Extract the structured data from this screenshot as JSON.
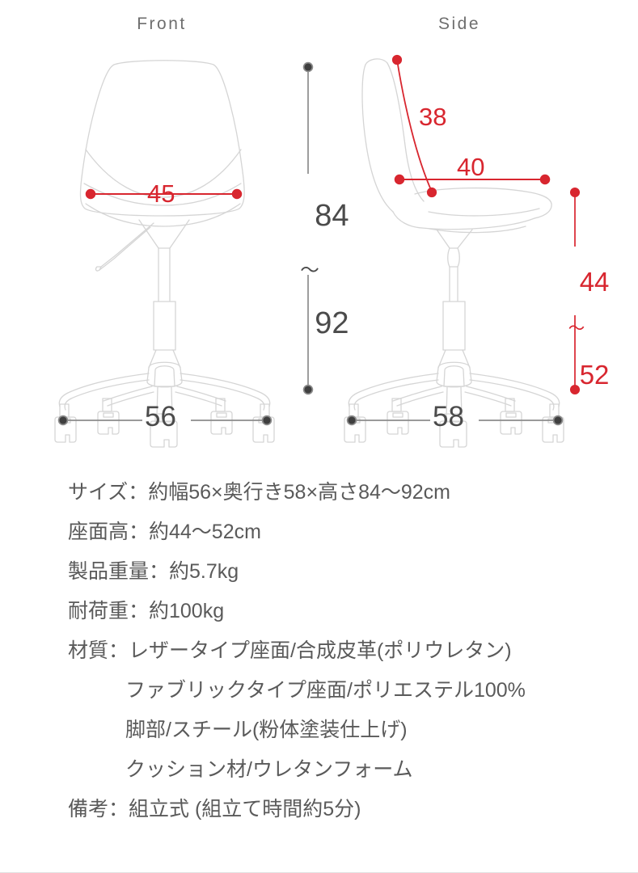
{
  "views": {
    "front_label": "Front",
    "side_label": "Side"
  },
  "colors": {
    "dimension_red": "#d8262f",
    "dimension_gray": "#4b4b4b",
    "outline_gray": "#d5d5d5",
    "text_gray": "#5a5a5a",
    "background": "#ffffff"
  },
  "dimensions": {
    "seat_width": "45",
    "backrest_height": "38",
    "seat_depth": "40",
    "total_width": "56",
    "total_depth": "58",
    "overall_height_min": "84",
    "overall_height_max": "92",
    "seat_height_min": "44",
    "seat_height_max": "52",
    "range_separator": "〜"
  },
  "specs": [
    {
      "text": "サイズ：約幅56×奥行き58×高さ84〜92cm",
      "indent": false
    },
    {
      "text": "座面高：約44〜52cm",
      "indent": false
    },
    {
      "text": "製品重量：約5.7kg",
      "indent": false
    },
    {
      "text": "耐荷重：約100kg",
      "indent": false
    },
    {
      "text": "材質：レザータイプ座面/合成皮革(ポリウレタン)",
      "indent": false
    },
    {
      "text": "ファブリックタイプ座面/ポリエステル100%",
      "indent": true
    },
    {
      "text": "脚部/スチール(粉体塗装仕上げ)",
      "indent": true
    },
    {
      "text": "クッション材/ウレタンフォーム",
      "indent": true
    },
    {
      "text": "備考：組立式 (組立て時間約5分)",
      "indent": false
    }
  ]
}
